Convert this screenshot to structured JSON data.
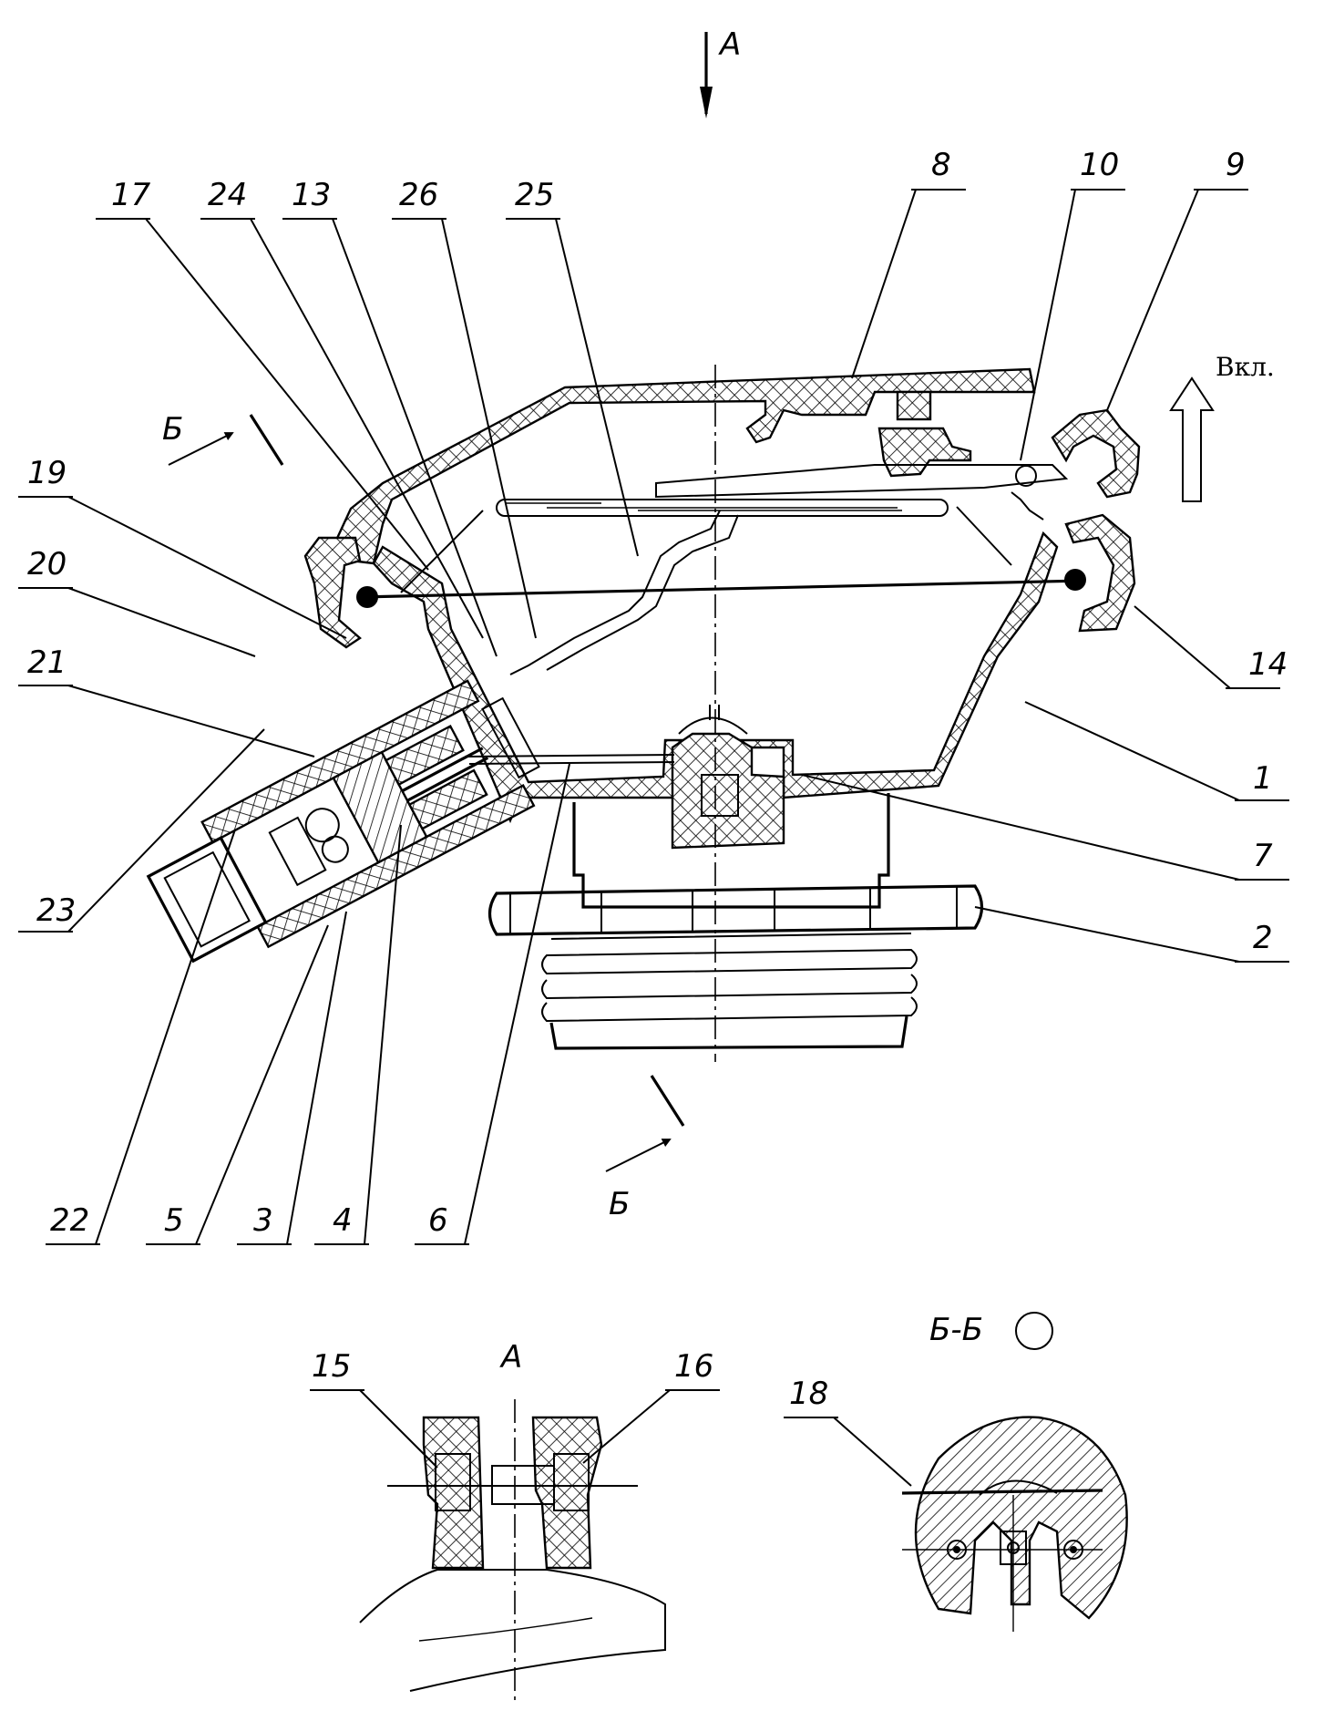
{
  "view_markers": {
    "view_a": "А",
    "section_b_top": "Б",
    "section_b_bottom": "Б"
  },
  "switch_label": "Вкл.",
  "callouts": {
    "c1": "1",
    "c2": "2",
    "c3": "3",
    "c4": "4",
    "c5": "5",
    "c6": "6",
    "c7": "7",
    "c8": "8",
    "c9": "9",
    "c10": "10",
    "c13": "13",
    "c14": "14",
    "c17": "17",
    "c19": "19",
    "c20": "20",
    "c21": "21",
    "c22": "22",
    "c23": "23",
    "c24": "24",
    "c25": "25",
    "c26": "26"
  },
  "detail_a": {
    "title": "А",
    "c15": "15",
    "c16": "16"
  },
  "section_bb": {
    "title": "Б-Б",
    "c18": "18"
  }
}
